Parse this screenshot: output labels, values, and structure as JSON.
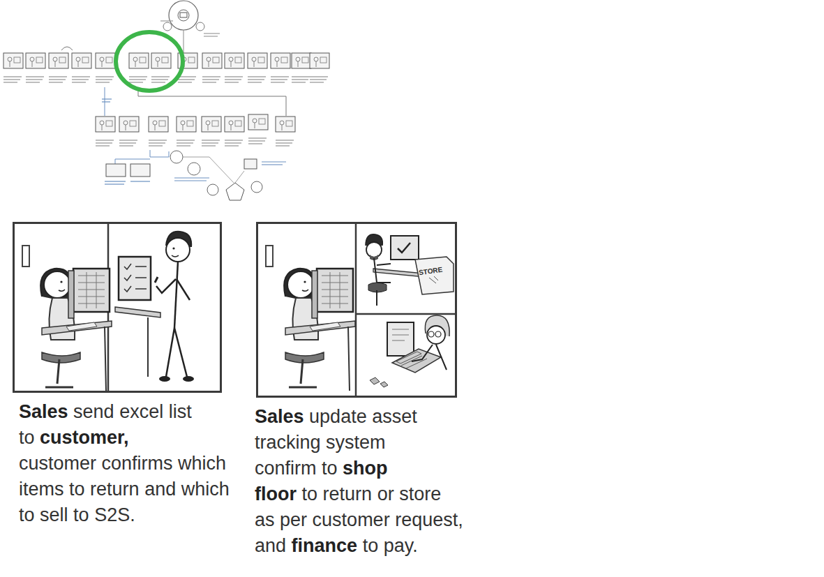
{
  "diagram": {
    "nodes": [
      {
        "text": [
          "Sales send excel list to customer, customer confirms which items to return and which to sell to S2S."
        ]
      },
      {
        "text": [
          "Sales update asset tracking system confirm to shop floor to return or store as per customer request, and finance to pay."
        ]
      }
    ],
    "labels": [
      "STORE"
    ]
  }
}
